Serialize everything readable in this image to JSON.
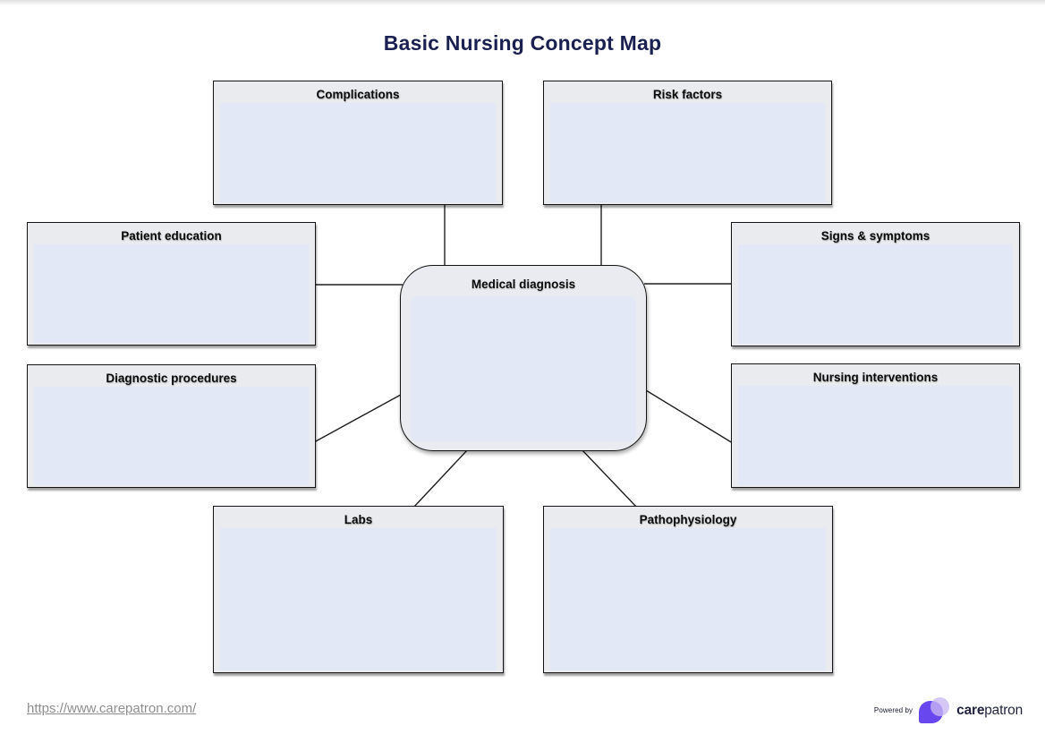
{
  "title": "Basic Nursing Concept Map",
  "center_node": {
    "label": "Medical diagnosis"
  },
  "nodes": [
    {
      "id": "complications",
      "label": "Complications"
    },
    {
      "id": "risk-factors",
      "label": "Risk factors"
    },
    {
      "id": "patient-education",
      "label": "Patient education"
    },
    {
      "id": "signs-symptoms",
      "label": "Signs & symptoms"
    },
    {
      "id": "diagnostic-procedures",
      "label": "Diagnostic procedures"
    },
    {
      "id": "nursing-interventions",
      "label": "Nursing interventions"
    },
    {
      "id": "labs",
      "label": "Labs"
    },
    {
      "id": "pathophysiology",
      "label": "Pathophysiology"
    }
  ],
  "footer": {
    "url": "https://www.carepatron.com/",
    "powered_by": "Powered by",
    "brand_bold": "care",
    "brand_regular": "patron"
  },
  "icons": {
    "logo": "carepatron-bubbles-icon"
  },
  "colors": {
    "title_navy": "#1a2150",
    "node_header": "#eaebee",
    "node_field": "#e3e8f6",
    "node_border": "#141414",
    "link_gray": "#8f8f8f",
    "brand_purple_dark": "#6847ef",
    "brand_purple_light": "#c9b7f4",
    "brand_navy": "#23253f"
  }
}
